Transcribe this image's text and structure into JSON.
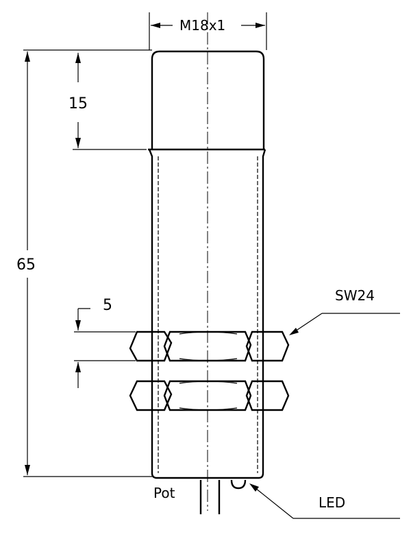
{
  "labels": {
    "thread": "M18x1",
    "dim_15": "15",
    "dim_65": "65",
    "dim_5": "5",
    "wrench": "SW24",
    "pot": "Pot",
    "led": "LED"
  }
}
